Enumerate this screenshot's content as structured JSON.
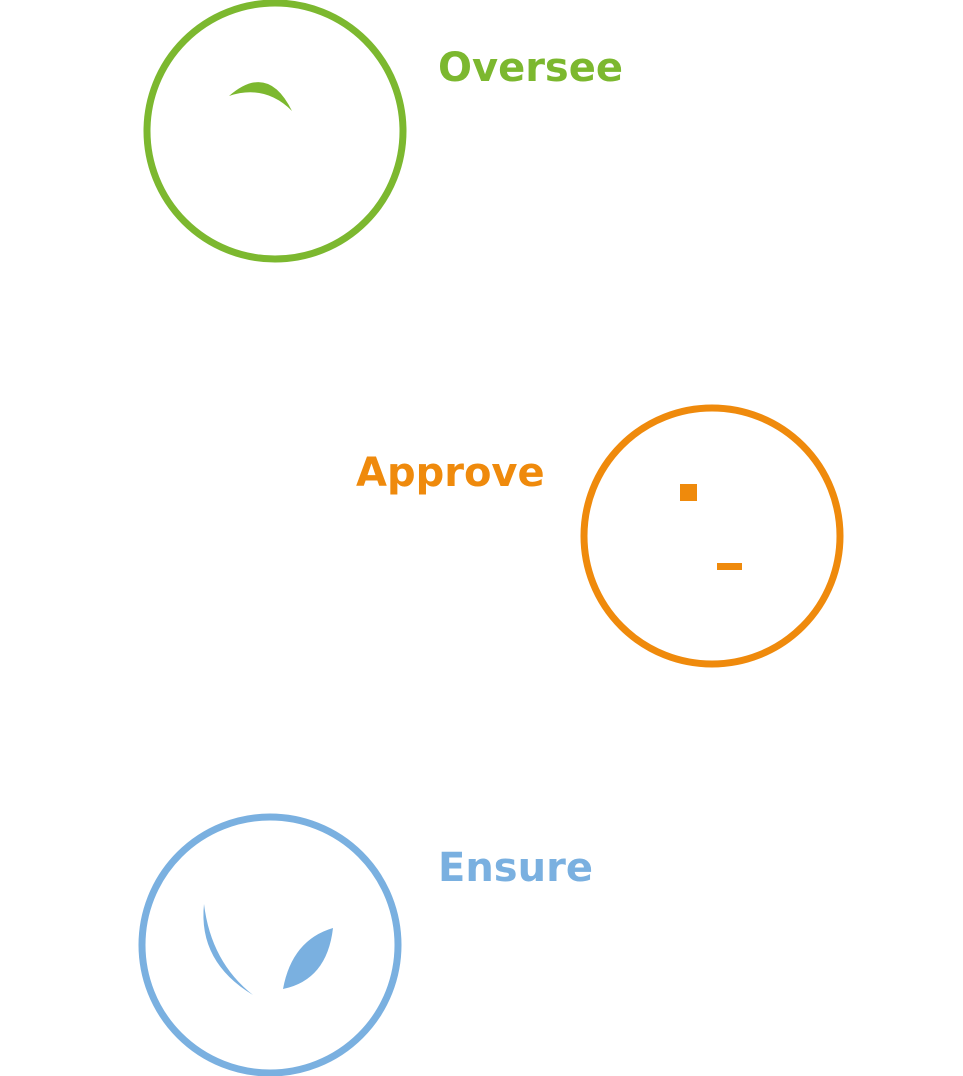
{
  "steps": [
    {
      "label": "Oversee",
      "color": "#7cb82f",
      "icon": "oversee-circle-icon"
    },
    {
      "label": "Approve",
      "color": "#ef8a0c",
      "icon": "approve-circle-icon"
    },
    {
      "label": "Ensure",
      "color": "#7ab0e0",
      "icon": "ensure-circle-icon"
    }
  ]
}
